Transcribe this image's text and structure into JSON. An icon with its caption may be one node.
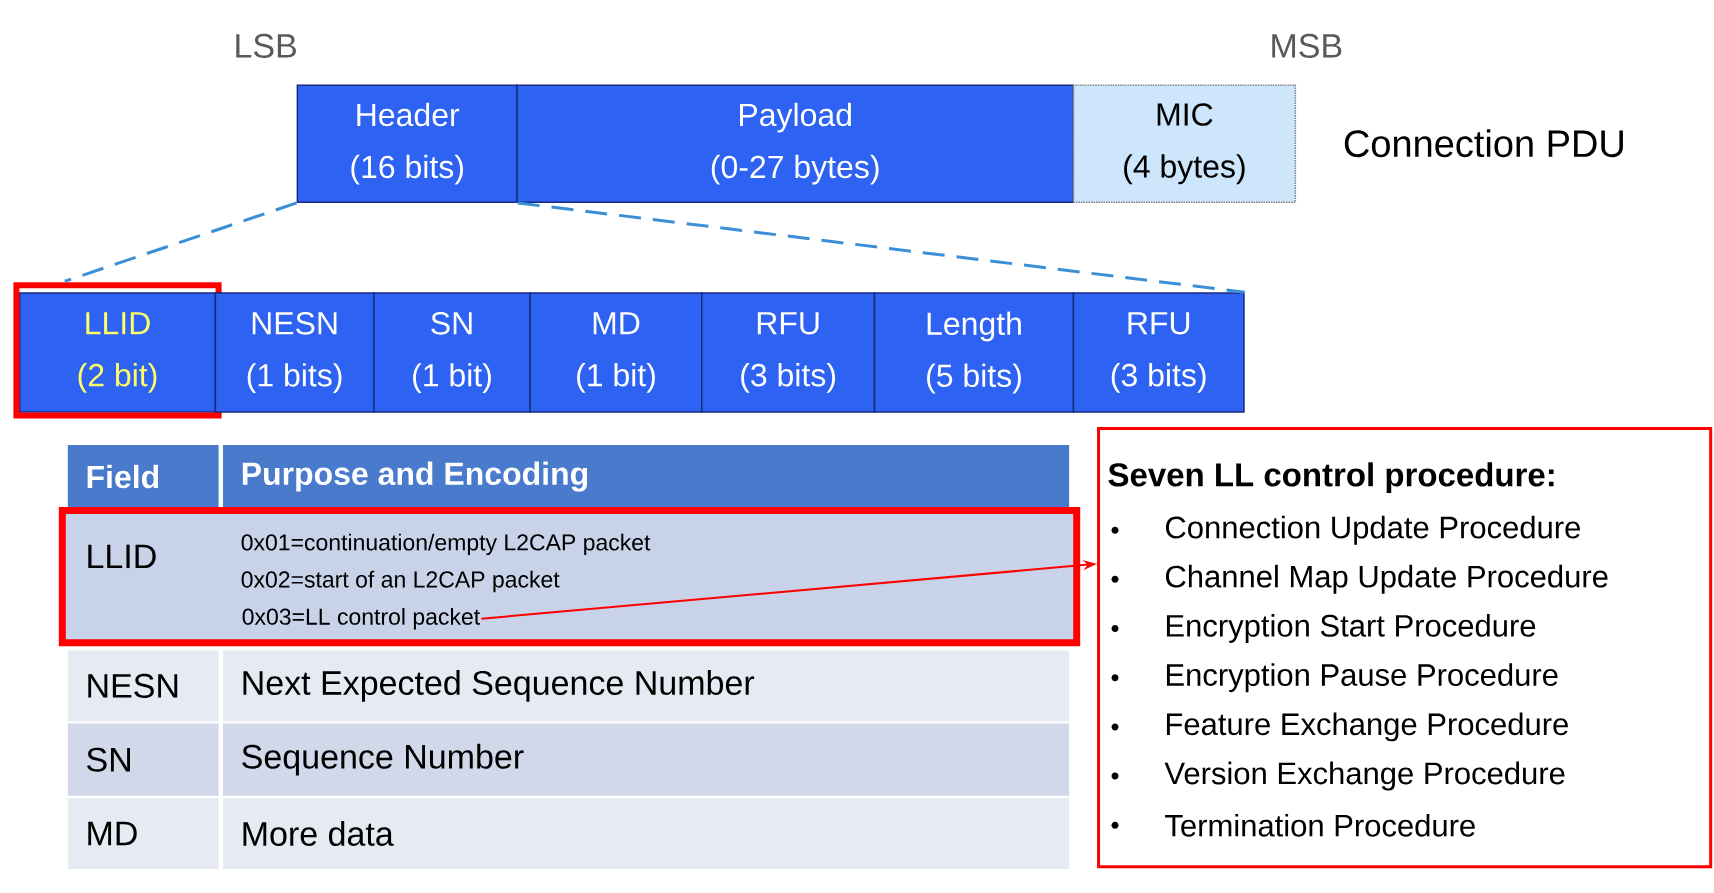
{
  "diagram": {
    "nodes": [
      {
        "text": [
          "Header",
          "(16 bits)"
        ]
      },
      {
        "text": [
          "Payload",
          "(0-27 bytes)"
        ]
      },
      {
        "text": [
          "MIC",
          "(4 bytes)"
        ]
      },
      {
        "text": [
          "LLID",
          "(2 bit)"
        ]
      },
      {
        "text": [
          "NESN",
          "(1 bits)"
        ]
      },
      {
        "text": [
          "SN",
          "(1 bit)"
        ]
      },
      {
        "text": [
          "MD",
          "(1 bit)"
        ]
      },
      {
        "text": [
          "RFU",
          "(3 bits)"
        ]
      },
      {
        "text": [
          "Length",
          "(5 bits)"
        ]
      },
      {
        "text": [
          "RFU",
          "(3 bits)"
        ]
      },
      {
        "text": [
          "LLID",
          "0x01=continuation/empty L2CAP packet",
          "0x02=start of an L2CAP packet"
        ]
      },
      {
        "text": [
          "0x03=LL control packet"
        ],
        "in": 10
      },
      {
        "text": [
          "Seven LL control procedure:",
          "Connection Update Procedure",
          "Channel Map Update Procedure",
          "Encryption Start Procedure",
          "Encryption Pause Procedure",
          "Feature Exchange Procedure",
          "Version Exchange Procedure",
          "Termination Procedure"
        ]
      }
    ],
    "edges": [
      {
        "from": 0,
        "to": 3,
        "arrow": "none",
        "style": "dashed",
        "color": "#3a8fd6"
      },
      {
        "from": 0,
        "to": 9,
        "arrow": "none",
        "style": "dashed",
        "color": "#3a8fd6"
      },
      {
        "from": 11,
        "to": 12,
        "arrow": "to",
        "color": "#ff0000"
      }
    ],
    "labels": [
      "LSB",
      "MSB",
      "Connection PDU",
      "Field",
      "Purpose and Encoding",
      "NESN",
      "Next Expected Sequence Number",
      "SN",
      "Sequence Number",
      "MD",
      "More data"
    ]
  }
}
